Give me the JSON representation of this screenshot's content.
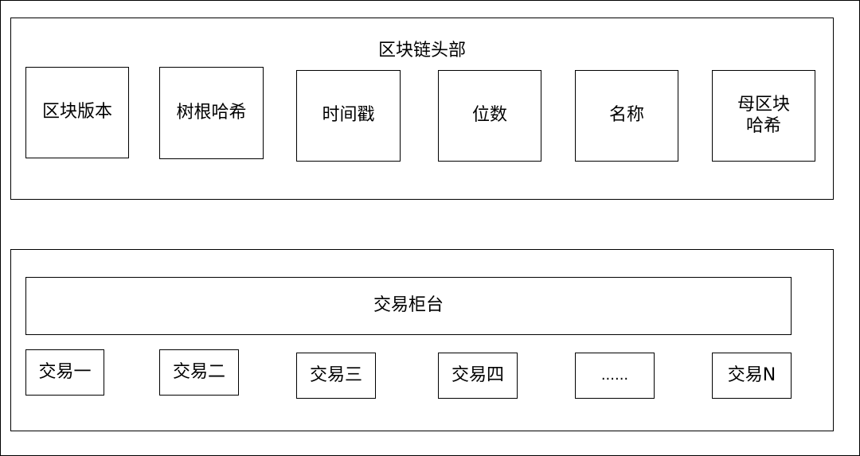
{
  "header_section": {
    "title": "区块链头部",
    "fields": [
      "区块版本",
      "树根哈希",
      "时间戳",
      "位数",
      "名称",
      "母区块\n哈希"
    ]
  },
  "transaction_section": {
    "counter_label": "交易柜台",
    "transactions": [
      "交易一",
      "交易二",
      "交易三",
      "交易四",
      "......",
      "交易N"
    ]
  }
}
